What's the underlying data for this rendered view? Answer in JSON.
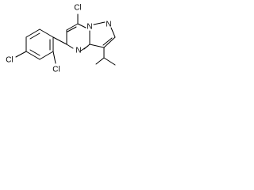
{
  "molecule": {
    "atom_labels": {
      "cl_top": "Cl",
      "n_bridge": "N",
      "n_pyrazole": "N",
      "n_pyrimidine": "N",
      "cl_ring_para": "Cl",
      "cl_ring_ortho": "Cl"
    }
  }
}
